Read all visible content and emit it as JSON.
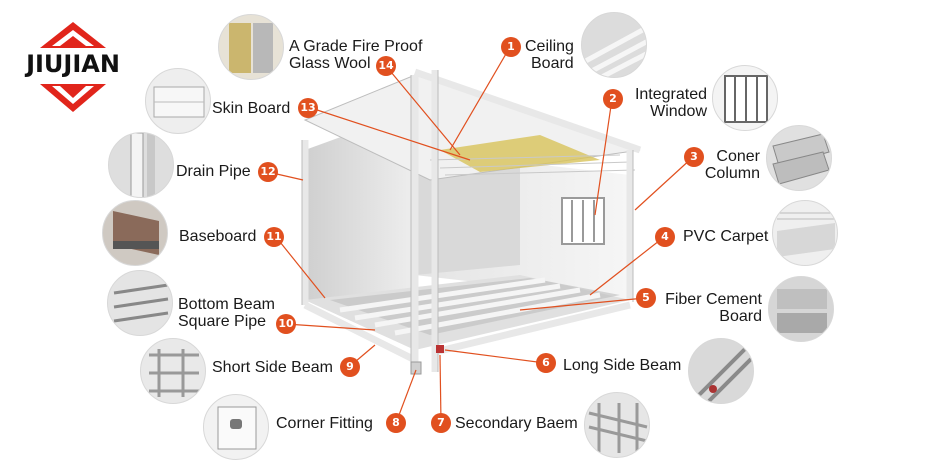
{
  "brand": {
    "name": "JIUJIAN",
    "accent": "#e1251b"
  },
  "badge_color": "#e1501f",
  "components": [
    {
      "num": "1",
      "label_lines": [
        "Ceiling",
        "Board"
      ]
    },
    {
      "num": "2",
      "label_lines": [
        "Integrated",
        "Window"
      ]
    },
    {
      "num": "3",
      "label_lines": [
        "Coner",
        "Column"
      ]
    },
    {
      "num": "4",
      "label_lines": [
        "PVC Carpet"
      ]
    },
    {
      "num": "5",
      "label_lines": [
        "Fiber Cement",
        "Board"
      ]
    },
    {
      "num": "6",
      "label_lines": [
        "Long Side Beam"
      ]
    },
    {
      "num": "7",
      "label_lines": [
        "Secondary Baem"
      ]
    },
    {
      "num": "8",
      "label_lines": [
        "Corner Fitting"
      ]
    },
    {
      "num": "9",
      "label_lines": [
        "Short Side Beam"
      ]
    },
    {
      "num": "10",
      "label_lines": [
        "Bottom Beam",
        "Square Pipe"
      ]
    },
    {
      "num": "11",
      "label_lines": [
        "Baseboard"
      ]
    },
    {
      "num": "12",
      "label_lines": [
        "Drain Pipe"
      ]
    },
    {
      "num": "13",
      "label_lines": [
        "Skin Board"
      ]
    },
    {
      "num": "14",
      "label_lines": [
        "A Grade Fire Proof",
        "Glass Wool"
      ]
    }
  ]
}
